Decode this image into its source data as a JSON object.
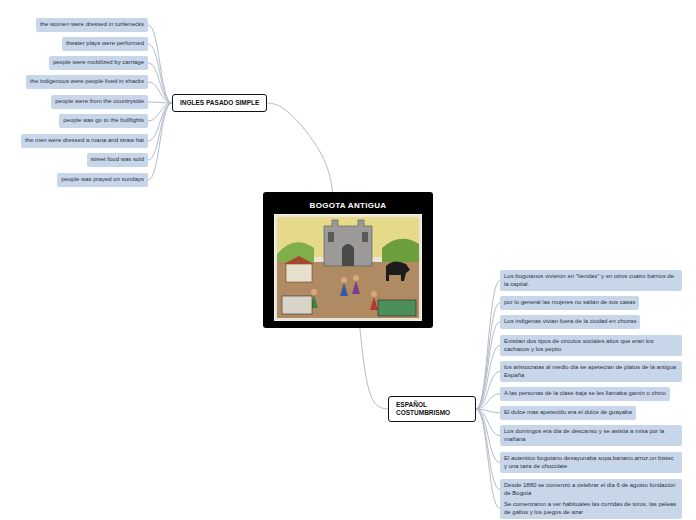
{
  "diagram": {
    "nodes": [
      {
        "text": [
          "BOGOTA ANTIGUA"
        ]
      },
      {
        "text": [
          "INGLES PASADO SIMPLE"
        ]
      },
      {
        "text": [
          "the women were dressed in turtlenecks"
        ]
      },
      {
        "text": [
          "theater plays were performed"
        ]
      },
      {
        "text": [
          "people were mobilized by carriage"
        ]
      },
      {
        "text": [
          "the indigenous were people lived in shacks"
        ]
      },
      {
        "text": [
          "people were from the countryside"
        ]
      },
      {
        "text": [
          "people was go to the bullfights"
        ]
      },
      {
        "text": [
          "the men were dressed a ruana and straw hat"
        ]
      },
      {
        "text": [
          "street food was sold"
        ]
      },
      {
        "text": [
          "people was prayed on sundays"
        ]
      },
      {
        "text": [
          "ESPAÑOL COSTUMBRISMO"
        ]
      },
      {
        "text": [
          "Los bogotanos vivieron en \"tiendas\" y en otros cuatro barrios de la capital."
        ]
      },
      {
        "text": [
          "por lo general las mujeres no salian de sus casas"
        ]
      },
      {
        "text": [
          "Los indigenas vivian fuera de la ciudad en chozas"
        ]
      },
      {
        "text": [
          "Existian dos tipos de circulos sociales altos que eran los cachacos y los pepito"
        ]
      },
      {
        "text": [
          "los aristocratas al medio dia se apetecian de platos de la antigua España"
        ]
      },
      {
        "text": [
          "A las personas de la clase baja se les llamaba gamin o chino"
        ]
      },
      {
        "text": [
          "El dulce mas apetecido era el dulce de guayaba"
        ]
      },
      {
        "text": [
          "Los domingos era dia de descanso y se asistia a misa por la mañana"
        ]
      },
      {
        "text": [
          "El autentico bogotano desayunaba sopa,banano,arroz,un bistec y una taza de chocolate"
        ]
      },
      {
        "text": [
          "Desde 1880 se comenzó a celebrar el dia 6 de agosto fundación de Bogota"
        ]
      },
      {
        "text": [
          "Se comenzaron a ver habituales las corridas de toros, las peleas de gallos y los juegos de azar"
        ]
      }
    ],
    "edges": [
      {
        "from": 0,
        "to": 1,
        "arrow": "none"
      },
      {
        "from": 1,
        "to": 2,
        "arrow": "none"
      },
      {
        "from": 1,
        "to": 3,
        "arrow": "none"
      },
      {
        "from": 1,
        "to": 4,
        "arrow": "none"
      },
      {
        "from": 1,
        "to": 5,
        "arrow": "none"
      },
      {
        "from": 1,
        "to": 6,
        "arrow": "none"
      },
      {
        "from": 1,
        "to": 7,
        "arrow": "none"
      },
      {
        "from": 1,
        "to": 8,
        "arrow": "none"
      },
      {
        "from": 1,
        "to": 9,
        "arrow": "none"
      },
      {
        "from": 1,
        "to": 10,
        "arrow": "none"
      },
      {
        "from": 0,
        "to": 11,
        "arrow": "none"
      },
      {
        "from": 11,
        "to": 12,
        "arrow": "none"
      },
      {
        "from": 11,
        "to": 13,
        "arrow": "none"
      },
      {
        "from": 11,
        "to": 14,
        "arrow": "none"
      },
      {
        "from": 11,
        "to": 15,
        "arrow": "none"
      },
      {
        "from": 11,
        "to": 16,
        "arrow": "none"
      },
      {
        "from": 11,
        "to": 17,
        "arrow": "none"
      },
      {
        "from": 11,
        "to": 18,
        "arrow": "none"
      },
      {
        "from": 11,
        "to": 19,
        "arrow": "none"
      },
      {
        "from": 11,
        "to": 20,
        "arrow": "none"
      },
      {
        "from": 11,
        "to": 21,
        "arrow": "none"
      },
      {
        "from": 11,
        "to": 22,
        "arrow": "none"
      }
    ]
  }
}
